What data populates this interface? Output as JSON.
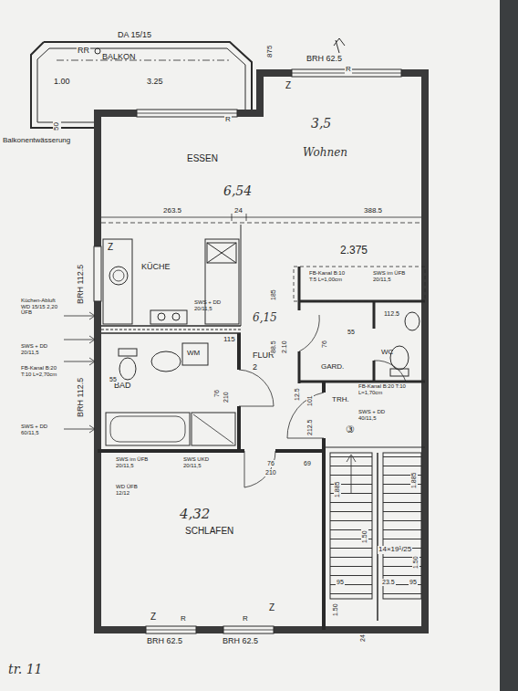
{
  "diagram": {
    "nodes": [
      {
        "text": [
          "BALKON"
        ]
      },
      {
        "text": [
          "ESSEN",
          "Wohnen"
        ]
      },
      {
        "text": [
          "KÜCHE"
        ]
      },
      {
        "text": [
          "BAD"
        ]
      },
      {
        "text": [
          "FLUR"
        ]
      },
      {
        "text": [
          "GARD."
        ]
      },
      {
        "text": [
          "WC"
        ]
      },
      {
        "text": [
          "TRH."
        ]
      },
      {
        "text": [
          "SCHLAFEN"
        ]
      }
    ],
    "edges": [],
    "labels": [
      "DA 15/15",
      "RR",
      "1.00",
      "3.25",
      "875",
      "BRH 62.5",
      "Z",
      "R",
      "R",
      "50",
      "Balkonentwässerung",
      "3,5",
      "6,54",
      "263.5",
      "24",
      "388.5",
      "2.375",
      "BRH 112.5",
      "BRH 112.5",
      "Z",
      "Küchen-Abluft WD 15/15 2,20 ÜFB",
      "SWS + DD 20/11,5",
      "SWS + DD 20/11,5",
      "FB-Kanal B:20 T:10 L≈2,70cm",
      "SWS + DD 60/11,5",
      "55",
      "WM",
      "115",
      "6,15",
      "2",
      "76",
      "210",
      "185",
      "88.5",
      "2.10",
      "FB-Kanal B:10 T:5 L≈1,00cm",
      "SWS im ÜFB 20/11,5",
      "76",
      "55",
      "112.5",
      "12.5",
      "101",
      "212.5",
      "FB-Kanal B:20 T:10 L≈1,70cm",
      "SWS + DD 40/11,5",
      "③",
      "1.885",
      "1.885",
      "1.50",
      "1.50",
      "1.50",
      "14×19¹/25",
      "95",
      "23.5",
      "95",
      "24",
      "SWS im ÜFB 20/11,5",
      "WD ÜFB 12/12",
      "SWS UKD 20/11,5",
      "76",
      "210",
      "69",
      "4,32",
      "Z",
      "R",
      "R",
      "Z",
      "BRH 62.5",
      "BRH 62.5",
      "tr. 11"
    ]
  }
}
